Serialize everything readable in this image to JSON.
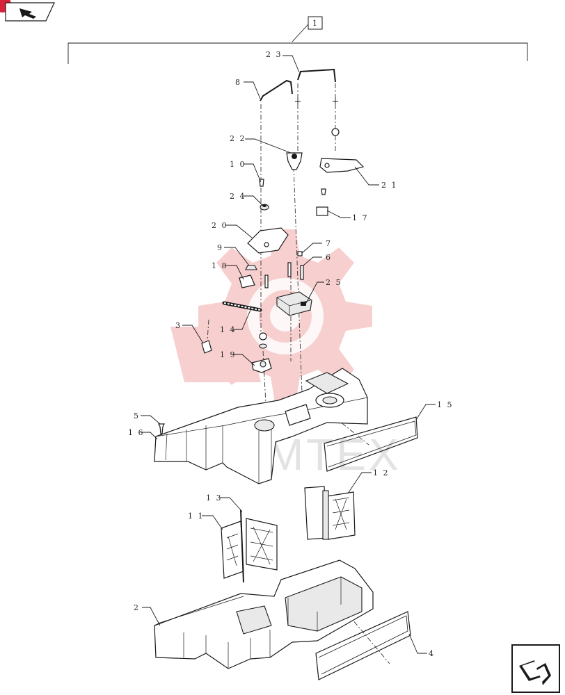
{
  "colors": {
    "watermark": "#f2a8a8",
    "corner_badge": "#d8213a",
    "line": "#1a1a1a"
  },
  "icons": {
    "top_left_nav": "back-arrow-icon",
    "bottom_right_nav": "forward-arrow-icon"
  },
  "assembly": {
    "label": "1"
  },
  "callouts": [
    {
      "id": "c23",
      "label": "2 3"
    },
    {
      "id": "c8",
      "label": "8"
    },
    {
      "id": "c22",
      "label": "2 2"
    },
    {
      "id": "c21",
      "label": "2 1"
    },
    {
      "id": "c10",
      "label": "1 0"
    },
    {
      "id": "c24",
      "label": "2 4"
    },
    {
      "id": "c17",
      "label": "1 7"
    },
    {
      "id": "c20",
      "label": "2 0"
    },
    {
      "id": "c7",
      "label": "7"
    },
    {
      "id": "c9",
      "label": "9"
    },
    {
      "id": "c6",
      "label": "6"
    },
    {
      "id": "c18",
      "label": "1 8"
    },
    {
      "id": "c25",
      "label": "2 5"
    },
    {
      "id": "c3",
      "label": "3"
    },
    {
      "id": "c14",
      "label": "1 4"
    },
    {
      "id": "c19",
      "label": "1 9"
    },
    {
      "id": "c5",
      "label": "5"
    },
    {
      "id": "c16",
      "label": "1 6"
    },
    {
      "id": "c15",
      "label": "1 5"
    },
    {
      "id": "c12",
      "label": "1 2"
    },
    {
      "id": "c13",
      "label": "1 3"
    },
    {
      "id": "c11",
      "label": "1 1"
    },
    {
      "id": "c2",
      "label": "2"
    },
    {
      "id": "c4",
      "label": "4"
    }
  ]
}
